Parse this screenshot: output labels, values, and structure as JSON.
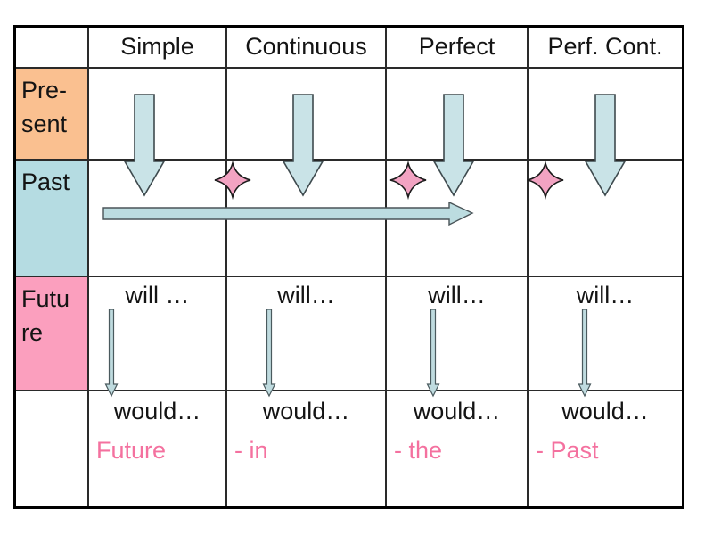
{
  "table": {
    "headers": [
      "",
      "Simple",
      "Continuous",
      "Perfect",
      "Perf. Cont."
    ],
    "rows": [
      {
        "name": "present",
        "label_lines": [
          "Pre-",
          "sent"
        ],
        "cells": [
          "",
          "",
          "",
          ""
        ]
      },
      {
        "name": "past",
        "label_lines": [
          "Past"
        ],
        "cells": [
          "",
          "",
          "",
          ""
        ]
      },
      {
        "name": "future",
        "label_lines": [
          "Futu",
          "re"
        ],
        "cells": [
          "will …",
          "will…",
          "will…",
          "will…"
        ]
      },
      {
        "name": "conditional",
        "label_lines": [],
        "cells": [
          "would…",
          "would…",
          "would…",
          "would…"
        ],
        "notes": [
          "Future",
          "- in",
          "- the",
          "- Past"
        ]
      }
    ]
  },
  "icons": {
    "big_down_arrows": [
      "down-arrow-simple",
      "down-arrow-continuous",
      "down-arrow-perfect",
      "down-arrow-perf-cont"
    ],
    "sparkles": [
      "sparkle-continuous",
      "sparkle-perfect",
      "sparkle-perf-cont"
    ],
    "timeline_arrow": "right-arrow-past-timeline",
    "thin_down_arrows": [
      "will-to-would-arrow-simple",
      "will-to-would-arrow-continuous",
      "will-to-would-arrow-perfect",
      "will-to-would-arrow-perf-cont"
    ]
  },
  "colors": {
    "present_cell": "#FAC090",
    "past_cell": "#B5DCE2",
    "future_cell": "#FB9FBE",
    "arrow_fill": "#C9E3E7",
    "arrow_outline": "#3E4A4E",
    "sparkle_fill": "#F2A3C2",
    "note_text": "#F4719F",
    "text": "#141414",
    "grid_line": "#2A2A2A"
  }
}
